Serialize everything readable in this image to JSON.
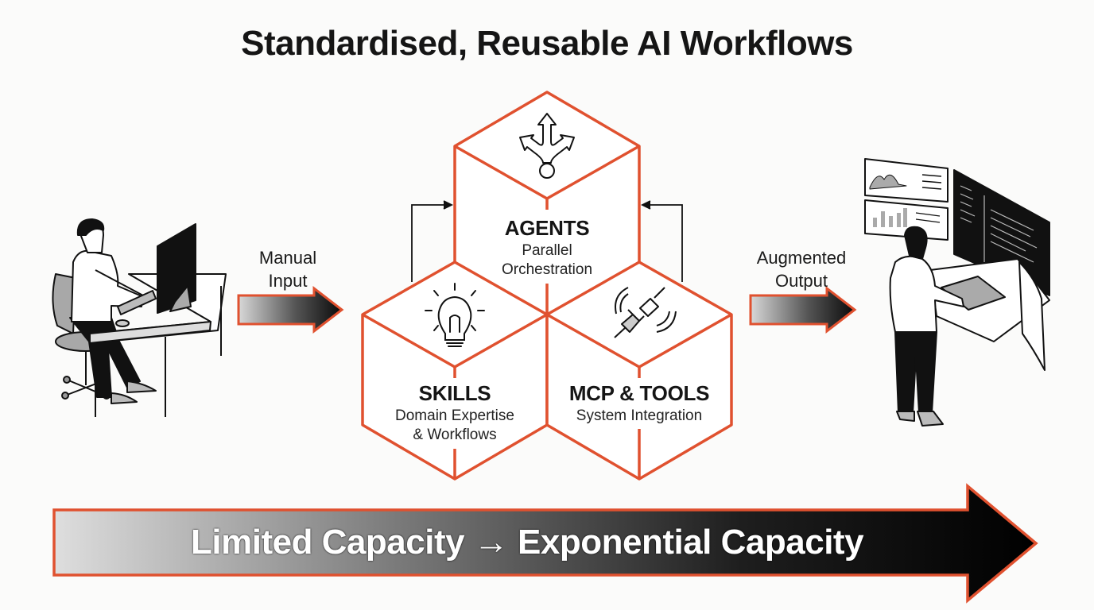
{
  "title": "Standardised, Reusable AI Workflows",
  "left": {
    "figure": "person-at-desk-computer",
    "arrow_label_line1": "Manual",
    "arrow_label_line2": "Input"
  },
  "right": {
    "figure": "person-with-multiple-screens",
    "arrow_label_line1": "Augmented",
    "arrow_label_line2": "Output"
  },
  "cubes": [
    {
      "id": "agents",
      "icon": "branching-arrows-icon",
      "title": "AGENTS",
      "sub_line1": "Parallel",
      "sub_line2": "Orchestration"
    },
    {
      "id": "skills",
      "icon": "lightbulb-icon",
      "title": "SKILLS",
      "sub_line1": "Domain Expertise",
      "sub_line2": "& Workflows"
    },
    {
      "id": "mcp",
      "icon": "plug-connection-icon",
      "title": "MCP & TOOLS",
      "sub_line1": "System Integration",
      "sub_line2": ""
    }
  ],
  "banner": {
    "text": "Limited Capacity → Exponential Capacity"
  },
  "colors": {
    "accent": "#e0512f",
    "ink": "#151515",
    "background": "#fbfbfa"
  }
}
